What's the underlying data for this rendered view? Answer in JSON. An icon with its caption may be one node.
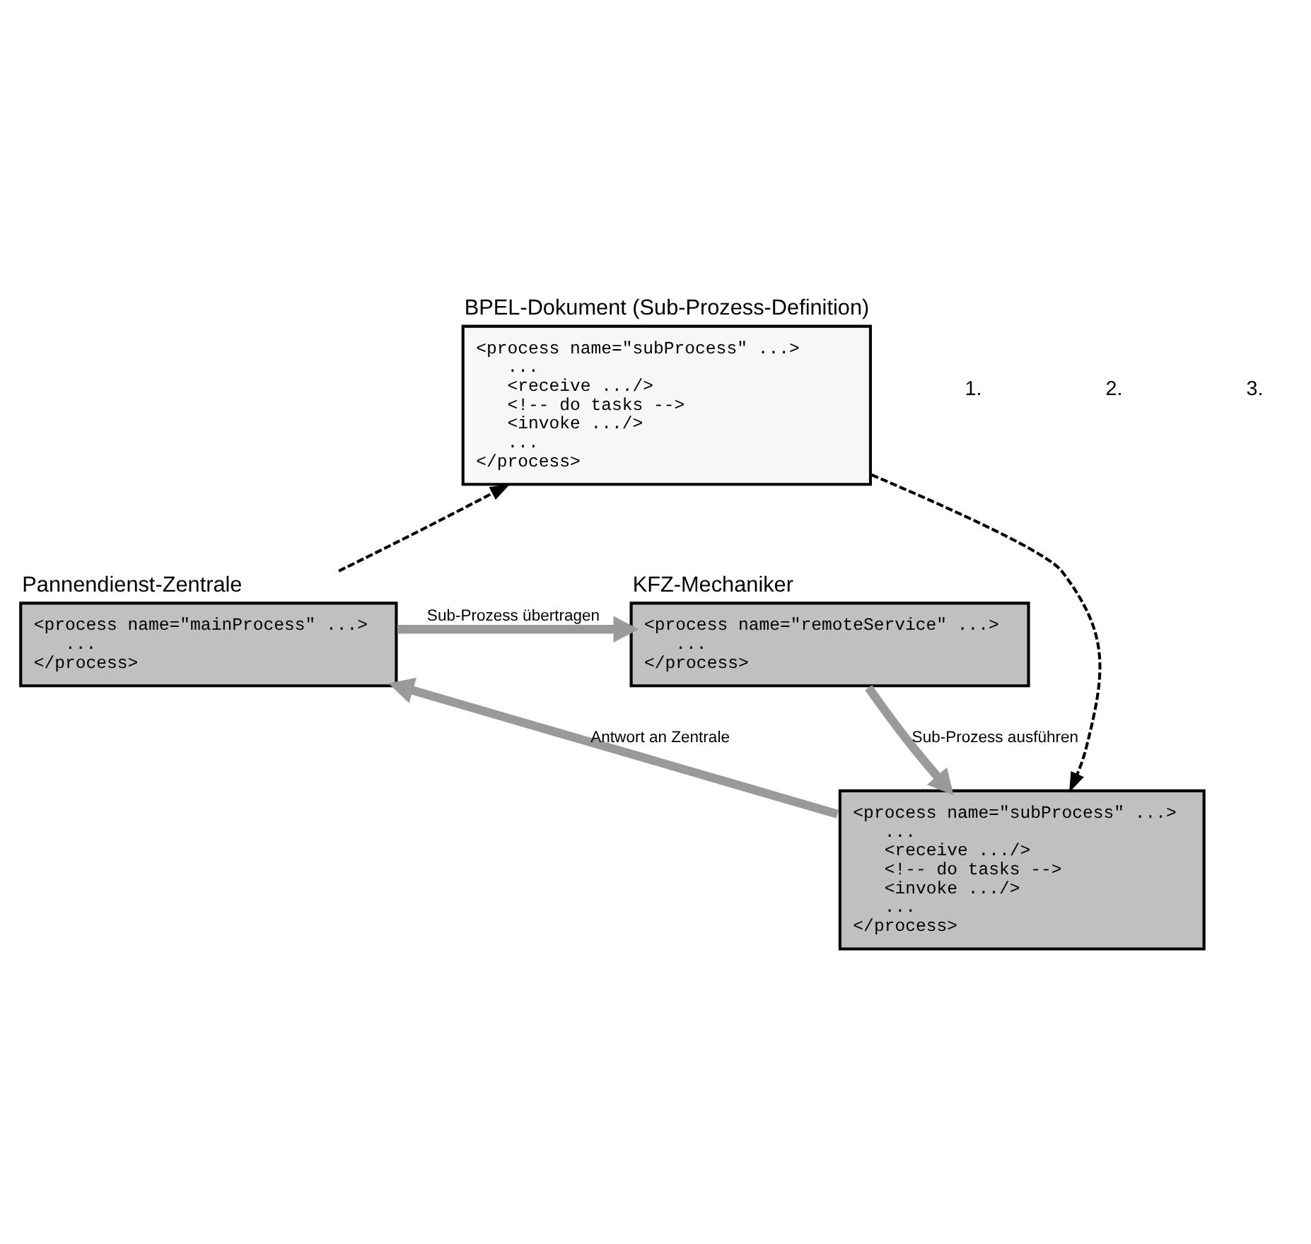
{
  "diagram": {
    "nodes": [
      {
        "text": [
          "BPEL-Dokument (Sub-Prozess-Definition)",
          "<process name=\"subProcess\" ...>",
          "...",
          "<receive .../>",
          "<!-- do tasks -->",
          "<invoke .../>",
          "...",
          "</process>"
        ]
      },
      {
        "text": [
          "Pannendienst-Zentrale",
          "<process name=\"mainProcess\" ...>",
          "...",
          "</process>"
        ]
      },
      {
        "text": [
          "KFZ-Mechaniker",
          "<process name=\"remoteService\" ...>",
          "...",
          "</process>"
        ]
      },
      {
        "text": [
          "<process name=\"subProcess\" ...>",
          "...",
          "<receive .../>",
          "<!-- do tasks -->",
          "<invoke .../>",
          "...",
          "</process>"
        ]
      }
    ],
    "edges": [
      {
        "from": 1,
        "to": 0,
        "arrow": "to",
        "style": "dashed",
        "color": "#000000"
      },
      {
        "from": 1,
        "to": 2,
        "arrow": "to",
        "label": "Sub-Prozess übertragen"
      },
      {
        "from": 0,
        "to": 3,
        "arrow": "to",
        "style": "dashed",
        "color": "#000000"
      },
      {
        "from": 2,
        "to": 3,
        "arrow": "to",
        "label": "Sub-Prozess ausführen"
      },
      {
        "from": 3,
        "to": 1,
        "arrow": "to",
        "label": "Antwort an Zentrale"
      }
    ],
    "labels": [
      "1.",
      "2.",
      "3."
    ]
  }
}
